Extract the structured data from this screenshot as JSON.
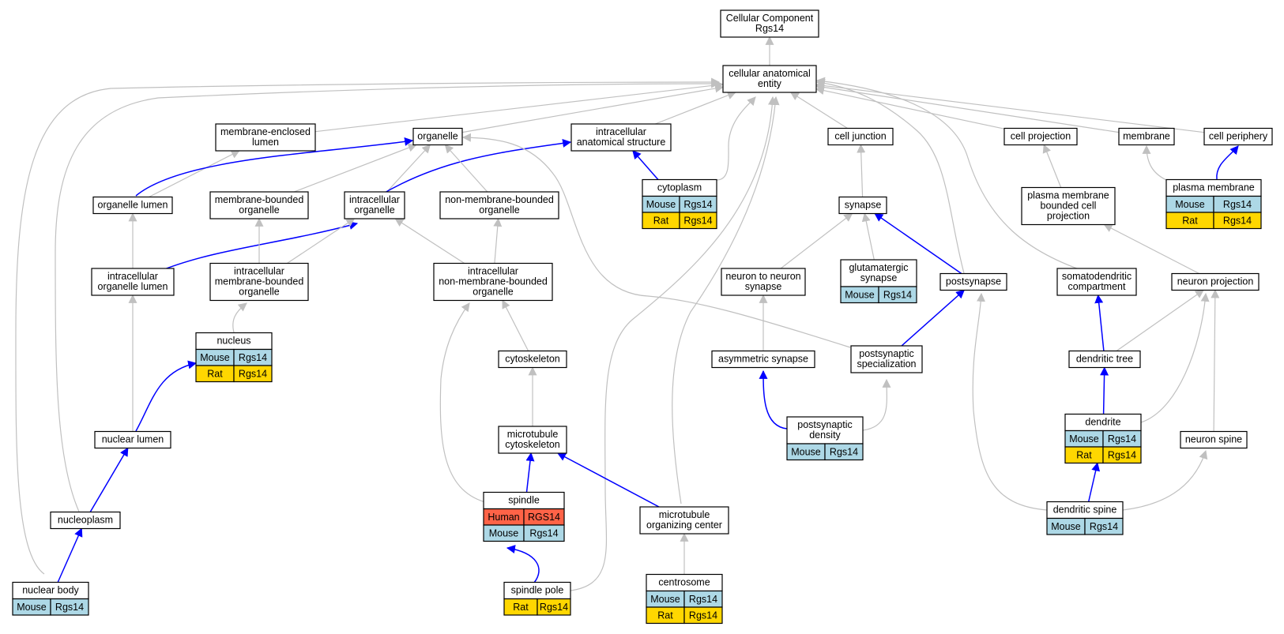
{
  "colors": {
    "gray_edge": "#c0c0c0",
    "blue_edge": "#0000ff",
    "Mouse": "#add8e6",
    "Rat": "#ffd700",
    "Human": "#ff6347"
  },
  "nodes": [
    {
      "id": "cellular-component-rgs14",
      "label": [
        "Cellular Component",
        "Rgs14"
      ],
      "annotations": []
    },
    {
      "id": "cellular-anatomical-entity",
      "label": [
        "cellular anatomical",
        "entity"
      ],
      "annotations": []
    },
    {
      "id": "membrane-enclosed-lumen",
      "label": [
        "membrane-enclosed",
        "lumen"
      ],
      "annotations": []
    },
    {
      "id": "organelle",
      "label": [
        "organelle"
      ],
      "annotations": []
    },
    {
      "id": "intracellular-anatomical-structure",
      "label": [
        "intracellular",
        "anatomical structure"
      ],
      "annotations": []
    },
    {
      "id": "cell-junction",
      "label": [
        "cell junction"
      ],
      "annotations": []
    },
    {
      "id": "cell-projection",
      "label": [
        "cell projection"
      ],
      "annotations": []
    },
    {
      "id": "membrane",
      "label": [
        "membrane"
      ],
      "annotations": []
    },
    {
      "id": "cell-periphery",
      "label": [
        "cell periphery"
      ],
      "annotations": []
    },
    {
      "id": "organelle-lumen",
      "label": [
        "organelle lumen"
      ],
      "annotations": []
    },
    {
      "id": "membrane-bounded-organelle",
      "label": [
        "membrane-bounded",
        "organelle"
      ],
      "annotations": []
    },
    {
      "id": "intracellular-organelle",
      "label": [
        "intracellular",
        "organelle"
      ],
      "annotations": []
    },
    {
      "id": "non-membrane-bounded-organelle",
      "label": [
        "non-membrane-bounded",
        "organelle"
      ],
      "annotations": []
    },
    {
      "id": "cytoplasm",
      "label": [
        "cytoplasm"
      ],
      "annotations": [
        {
          "species": "Mouse",
          "gene": "Rgs14"
        },
        {
          "species": "Rat",
          "gene": "Rgs14"
        }
      ]
    },
    {
      "id": "synapse",
      "label": [
        "synapse"
      ],
      "annotations": []
    },
    {
      "id": "plasma-membrane-bounded-cell-projection",
      "label": [
        "plasma membrane",
        "bounded cell",
        "projection"
      ],
      "annotations": []
    },
    {
      "id": "plasma-membrane",
      "label": [
        "plasma membrane"
      ],
      "annotations": [
        {
          "species": "Mouse",
          "gene": "Rgs14"
        },
        {
          "species": "Rat",
          "gene": "Rgs14"
        }
      ]
    },
    {
      "id": "intracellular-organelle-lumen",
      "label": [
        "intracellular",
        "organelle lumen"
      ],
      "annotations": []
    },
    {
      "id": "intracellular-membrane-bounded-organelle",
      "label": [
        "intracellular",
        "membrane-bounded",
        "organelle"
      ],
      "annotations": []
    },
    {
      "id": "intracellular-non-membrane-bounded-organelle",
      "label": [
        "intracellular",
        "non-membrane-bounded",
        "organelle"
      ],
      "annotations": []
    },
    {
      "id": "neuron-to-neuron-synapse",
      "label": [
        "neuron to neuron",
        "synapse"
      ],
      "annotations": []
    },
    {
      "id": "glutamatergic-synapse",
      "label": [
        "glutamatergic",
        "synapse"
      ],
      "annotations": [
        {
          "species": "Mouse",
          "gene": "Rgs14"
        }
      ]
    },
    {
      "id": "postsynapse",
      "label": [
        "postsynapse"
      ],
      "annotations": []
    },
    {
      "id": "somatodendritic-compartment",
      "label": [
        "somatodendritic",
        "compartment"
      ],
      "annotations": []
    },
    {
      "id": "neuron-projection",
      "label": [
        "neuron projection"
      ],
      "annotations": []
    },
    {
      "id": "nucleus",
      "label": [
        "nucleus"
      ],
      "annotations": [
        {
          "species": "Mouse",
          "gene": "Rgs14"
        },
        {
          "species": "Rat",
          "gene": "Rgs14"
        }
      ]
    },
    {
      "id": "cytoskeleton",
      "label": [
        "cytoskeleton"
      ],
      "annotations": []
    },
    {
      "id": "asymmetric-synapse",
      "label": [
        "asymmetric synapse"
      ],
      "annotations": []
    },
    {
      "id": "postsynaptic-specialization",
      "label": [
        "postsynaptic",
        "specialization"
      ],
      "annotations": []
    },
    {
      "id": "dendritic-tree",
      "label": [
        "dendritic tree"
      ],
      "annotations": []
    },
    {
      "id": "nuclear-lumen",
      "label": [
        "nuclear lumen"
      ],
      "annotations": []
    },
    {
      "id": "microtubule-cytoskeleton",
      "label": [
        "microtubule",
        "cytoskeleton"
      ],
      "annotations": []
    },
    {
      "id": "postsynaptic-density",
      "label": [
        "postsynaptic",
        "density"
      ],
      "annotations": [
        {
          "species": "Mouse",
          "gene": "Rgs14"
        }
      ]
    },
    {
      "id": "dendrite",
      "label": [
        "dendrite"
      ],
      "annotations": [
        {
          "species": "Mouse",
          "gene": "Rgs14"
        },
        {
          "species": "Rat",
          "gene": "Rgs14"
        }
      ]
    },
    {
      "id": "neuron-spine",
      "label": [
        "neuron spine"
      ],
      "annotations": []
    },
    {
      "id": "nucleoplasm",
      "label": [
        "nucleoplasm"
      ],
      "annotations": []
    },
    {
      "id": "spindle",
      "label": [
        "spindle"
      ],
      "annotations": [
        {
          "species": "Human",
          "gene": "RGS14"
        },
        {
          "species": "Mouse",
          "gene": "Rgs14"
        }
      ]
    },
    {
      "id": "microtubule-organizing-center",
      "label": [
        "microtubule",
        "organizing center"
      ],
      "annotations": []
    },
    {
      "id": "dendritic-spine",
      "label": [
        "dendritic spine"
      ],
      "annotations": [
        {
          "species": "Mouse",
          "gene": "Rgs14"
        }
      ]
    },
    {
      "id": "nuclear-body",
      "label": [
        "nuclear body"
      ],
      "annotations": [
        {
          "species": "Mouse",
          "gene": "Rgs14"
        }
      ]
    },
    {
      "id": "spindle-pole",
      "label": [
        "spindle pole"
      ],
      "annotations": [
        {
          "species": "Rat",
          "gene": "Rgs14"
        }
      ]
    },
    {
      "id": "centrosome",
      "label": [
        "centrosome"
      ],
      "annotations": [
        {
          "species": "Mouse",
          "gene": "Rgs14"
        },
        {
          "species": "Rat",
          "gene": "Rgs14"
        }
      ]
    }
  ],
  "edges": [
    {
      "from": "cellular-anatomical-entity",
      "to": "cellular-component-rgs14",
      "type": "is_a"
    },
    {
      "from": "membrane-enclosed-lumen",
      "to": "cellular-anatomical-entity",
      "type": "is_a"
    },
    {
      "from": "organelle",
      "to": "cellular-anatomical-entity",
      "type": "is_a"
    },
    {
      "from": "intracellular-anatomical-structure",
      "to": "cellular-anatomical-entity",
      "type": "is_a"
    },
    {
      "from": "cell-junction",
      "to": "cellular-anatomical-entity",
      "type": "is_a"
    },
    {
      "from": "cell-projection",
      "to": "cellular-anatomical-entity",
      "type": "is_a"
    },
    {
      "from": "membrane",
      "to": "cellular-anatomical-entity",
      "type": "is_a"
    },
    {
      "from": "cell-periphery",
      "to": "cellular-anatomical-entity",
      "type": "is_a"
    },
    {
      "from": "cytoplasm",
      "to": "cellular-anatomical-entity",
      "type": "is_a"
    },
    {
      "from": "postsynapse",
      "to": "cellular-anatomical-entity",
      "type": "is_a"
    },
    {
      "from": "somatodendritic-compartment",
      "to": "cellular-anatomical-entity",
      "type": "is_a"
    },
    {
      "from": "nucleoplasm",
      "to": "cellular-anatomical-entity",
      "type": "is_a"
    },
    {
      "from": "nuclear-body",
      "to": "cellular-anatomical-entity",
      "type": "is_a"
    },
    {
      "from": "spindle-pole",
      "to": "cellular-anatomical-entity",
      "type": "is_a"
    },
    {
      "from": "microtubule-organizing-center",
      "to": "cellular-anatomical-entity",
      "type": "is_a"
    },
    {
      "from": "organelle-lumen",
      "to": "membrane-enclosed-lumen",
      "type": "is_a"
    },
    {
      "from": "organelle-lumen",
      "to": "organelle",
      "type": "part_of"
    },
    {
      "from": "membrane-bounded-organelle",
      "to": "organelle",
      "type": "is_a"
    },
    {
      "from": "intracellular-organelle",
      "to": "organelle",
      "type": "is_a"
    },
    {
      "from": "intracellular-organelle",
      "to": "intracellular-anatomical-structure",
      "type": "part_of"
    },
    {
      "from": "non-membrane-bounded-organelle",
      "to": "organelle",
      "type": "is_a"
    },
    {
      "from": "postsynaptic-specialization",
      "to": "organelle",
      "type": "is_a"
    },
    {
      "from": "cytoplasm",
      "to": "intracellular-anatomical-structure",
      "type": "part_of"
    },
    {
      "from": "synapse",
      "to": "cell-junction",
      "type": "is_a"
    },
    {
      "from": "plasma-membrane-bounded-cell-projection",
      "to": "cell-projection",
      "type": "is_a"
    },
    {
      "from": "plasma-membrane",
      "to": "membrane",
      "type": "is_a"
    },
    {
      "from": "plasma-membrane",
      "to": "cell-periphery",
      "type": "part_of"
    },
    {
      "from": "intracellular-organelle-lumen",
      "to": "organelle-lumen",
      "type": "is_a"
    },
    {
      "from": "intracellular-organelle-lumen",
      "to": "intracellular-organelle",
      "type": "part_of"
    },
    {
      "from": "intracellular-membrane-bounded-organelle",
      "to": "membrane-bounded-organelle",
      "type": "is_a"
    },
    {
      "from": "intracellular-membrane-bounded-organelle",
      "to": "intracellular-organelle",
      "type": "is_a"
    },
    {
      "from": "intracellular-non-membrane-bounded-organelle",
      "to": "intracellular-organelle",
      "type": "is_a"
    },
    {
      "from": "intracellular-non-membrane-bounded-organelle",
      "to": "non-membrane-bounded-organelle",
      "type": "is_a"
    },
    {
      "from": "neuron-to-neuron-synapse",
      "to": "synapse",
      "type": "is_a"
    },
    {
      "from": "glutamatergic-synapse",
      "to": "synapse",
      "type": "is_a"
    },
    {
      "from": "postsynapse",
      "to": "synapse",
      "type": "part_of"
    },
    {
      "from": "neuron-projection",
      "to": "plasma-membrane-bounded-cell-projection",
      "type": "is_a"
    },
    {
      "from": "nucleus",
      "to": "intracellular-membrane-bounded-organelle",
      "type": "is_a"
    },
    {
      "from": "cytoskeleton",
      "to": "intracellular-non-membrane-bounded-organelle",
      "type": "is_a"
    },
    {
      "from": "asymmetric-synapse",
      "to": "neuron-to-neuron-synapse",
      "type": "is_a"
    },
    {
      "from": "postsynaptic-specialization",
      "to": "postsynapse",
      "type": "part_of"
    },
    {
      "from": "dendritic-tree",
      "to": "somatodendritic-compartment",
      "type": "part_of"
    },
    {
      "from": "dendritic-tree",
      "to": "neuron-projection",
      "type": "is_a"
    },
    {
      "from": "nuclear-lumen",
      "to": "intracellular-organelle-lumen",
      "type": "is_a"
    },
    {
      "from": "nuclear-lumen",
      "to": "nucleus",
      "type": "part_of"
    },
    {
      "from": "microtubule-cytoskeleton",
      "to": "cytoskeleton",
      "type": "is_a"
    },
    {
      "from": "postsynaptic-density",
      "to": "asymmetric-synapse",
      "type": "part_of"
    },
    {
      "from": "postsynaptic-density",
      "to": "postsynaptic-specialization",
      "type": "is_a"
    },
    {
      "from": "dendrite",
      "to": "dendritic-tree",
      "type": "part_of"
    },
    {
      "from": "dendrite",
      "to": "neuron-projection",
      "type": "is_a"
    },
    {
      "from": "neuron-spine",
      "to": "neuron-projection",
      "type": "is_a"
    },
    {
      "from": "nucleoplasm",
      "to": "nuclear-lumen",
      "type": "part_of"
    },
    {
      "from": "spindle",
      "to": "intracellular-non-membrane-bounded-organelle",
      "type": "is_a"
    },
    {
      "from": "spindle",
      "to": "microtubule-cytoskeleton",
      "type": "part_of"
    },
    {
      "from": "microtubule-organizing-center",
      "to": "microtubule-cytoskeleton",
      "type": "part_of"
    },
    {
      "from": "dendritic-spine",
      "to": "dendrite",
      "type": "part_of"
    },
    {
      "from": "dendritic-spine",
      "to": "neuron-spine",
      "type": "is_a"
    },
    {
      "from": "dendritic-spine",
      "to": "postsynapse",
      "type": "is_a"
    },
    {
      "from": "nuclear-body",
      "to": "nucleoplasm",
      "type": "part_of"
    },
    {
      "from": "spindle-pole",
      "to": "spindle",
      "type": "part_of"
    },
    {
      "from": "centrosome",
      "to": "microtubule-organizing-center",
      "type": "is_a"
    }
  ]
}
